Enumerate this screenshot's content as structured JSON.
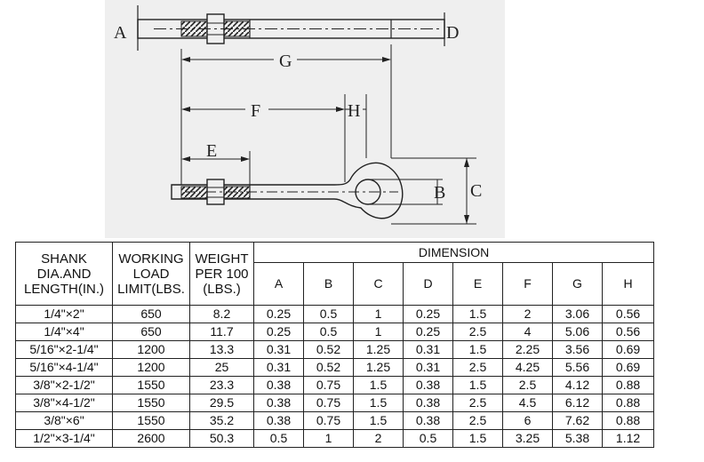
{
  "drawing": {
    "labels": {
      "A": "A",
      "B": "B",
      "C": "C",
      "D": "D",
      "E": "E",
      "F": "F",
      "G": "G",
      "H": "H"
    }
  },
  "table": {
    "headers": {
      "shank": "SHANK DIA.AND LENGTH(IN.)",
      "wll": "WORKING LOAD LIMIT(LBS.",
      "weight": "WEIGHT PER 100 (LBS.)",
      "dimension": "DIMENSION",
      "letters": [
        "A",
        "B",
        "C",
        "D",
        "E",
        "F",
        "G",
        "H"
      ]
    },
    "rows": [
      [
        "1/4\"×2\"",
        "650",
        "8.2",
        "0.25",
        "0.5",
        "1",
        "0.25",
        "1.5",
        "2",
        "3.06",
        "0.56"
      ],
      [
        "1/4\"×4\"",
        "650",
        "11.7",
        "0.25",
        "0.5",
        "1",
        "0.25",
        "2.5",
        "4",
        "5.06",
        "0.56"
      ],
      [
        "5/16\"×2-1/4\"",
        "1200",
        "13.3",
        "0.31",
        "0.52",
        "1.25",
        "0.31",
        "1.5",
        "2.25",
        "3.56",
        "0.69"
      ],
      [
        "5/16\"×4-1/4\"",
        "1200",
        "25",
        "0.31",
        "0.52",
        "1.25",
        "0.31",
        "2.5",
        "4.25",
        "5.56",
        "0.69"
      ],
      [
        "3/8\"×2-1/2\"",
        "1550",
        "23.3",
        "0.38",
        "0.75",
        "1.5",
        "0.38",
        "1.5",
        "2.5",
        "4.12",
        "0.88"
      ],
      [
        "3/8\"×4-1/2\"",
        "1550",
        "29.5",
        "0.38",
        "0.75",
        "1.5",
        "0.38",
        "2.5",
        "4.5",
        "6.12",
        "0.88"
      ],
      [
        "3/8\"×6\"",
        "1550",
        "35.2",
        "0.38",
        "0.75",
        "1.5",
        "0.38",
        "2.5",
        "6",
        "7.62",
        "0.88"
      ],
      [
        "1/2\"×3-1/4\"",
        "2600",
        "50.3",
        "0.5",
        "1",
        "2",
        "0.5",
        "1.5",
        "3.25",
        "5.38",
        "1.12"
      ]
    ]
  }
}
